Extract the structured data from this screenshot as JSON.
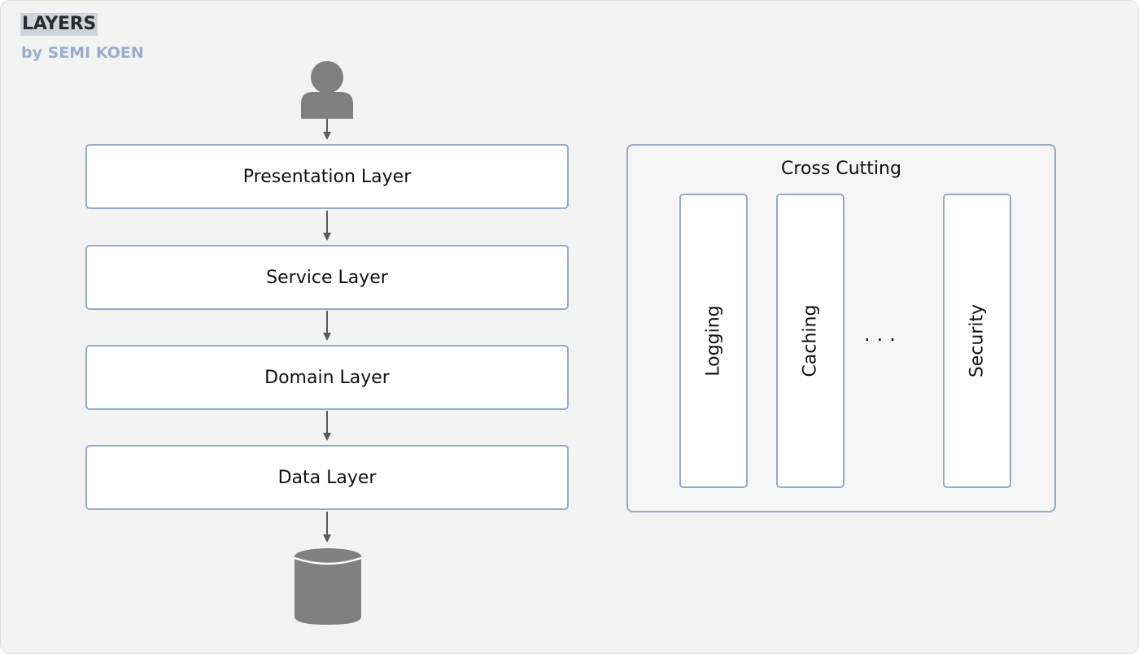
{
  "header": {
    "title": "LAYERS",
    "subtitle": "by SEMI KOEN"
  },
  "layers": [
    {
      "label": "Presentation Layer"
    },
    {
      "label": "Service Layer"
    },
    {
      "label": "Domain Layer"
    },
    {
      "label": "Data Layer"
    }
  ],
  "cross_cutting": {
    "title": "Cross Cutting",
    "concerns": [
      {
        "label": "Logging"
      },
      {
        "label": "Caching"
      },
      {
        "label": "Security"
      }
    ],
    "ellipsis": "..."
  },
  "icons": {
    "user": "user-icon",
    "database": "database-icon"
  },
  "colors": {
    "background": "#f3f3f3",
    "box_border": "#98a9c2",
    "icon_fill": "#808080",
    "arrow": "#5a5a5a",
    "subtitle": "#9aaecb"
  }
}
